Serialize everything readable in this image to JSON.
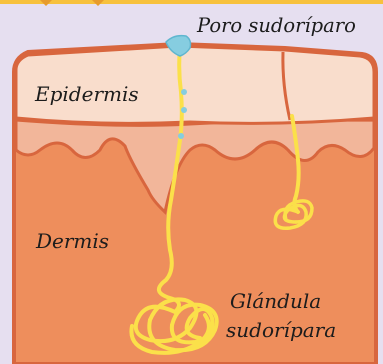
{
  "labels": {
    "sweat_pore": "Poro sudoríparo",
    "epidermis": "Epidermis",
    "dermis": "Dermis",
    "gland_line1": "Glándula",
    "gland_line2": "sudorípara"
  },
  "colors": {
    "background": "#e6dff0",
    "epidermis": "#f9ddcc",
    "epidermis_lower": "#f2b69a",
    "dermis": "#ee8e5c",
    "outline": "#d8663e",
    "duct": "#fbe04a",
    "pore": "#86cde0",
    "top_banner": "#f7c13d"
  }
}
